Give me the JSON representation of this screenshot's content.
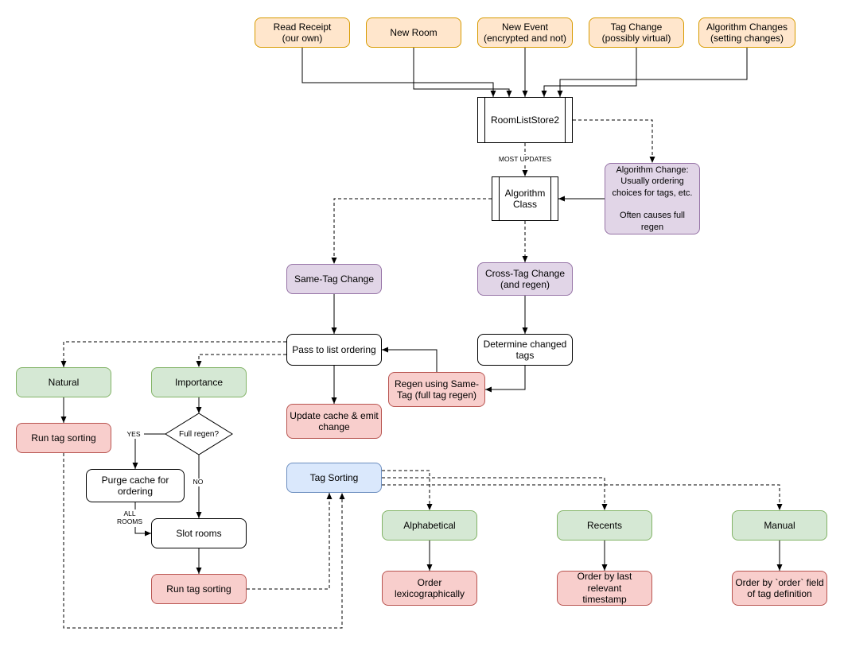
{
  "diagram": {
    "background": "#ffffff",
    "colors": {
      "orange-fill": "#ffe6cc",
      "orange-stroke": "#d79b00",
      "purple-fill": "#e1d5e7",
      "purple-stroke": "#9673a6",
      "green-fill": "#d5e8d4",
      "green-stroke": "#82b366",
      "red-fill": "#f8cecc",
      "red-stroke": "#b85450",
      "blue-fill": "#dae8fc",
      "blue-stroke": "#6c8ebf",
      "line": "#000000"
    },
    "nodes": {
      "read_receipt": {
        "label": "Read Receipt\n(our own)"
      },
      "new_room": {
        "label": "New Room"
      },
      "new_event": {
        "label": "New Event\n(encrypted and not)"
      },
      "tag_change": {
        "label": "Tag Change\n(possibly virtual)"
      },
      "algorithm_changes": {
        "label": "Algorithm Changes\n(setting changes)"
      },
      "room_list_store": {
        "label": "RoomListStore2"
      },
      "algorithm_class": {
        "label": "Algorithm\nClass"
      },
      "algorithm_change_note": {
        "label": "Algorithm Change:\nUsually ordering\nchoices for tags, etc.\n\nOften causes full\nregen"
      },
      "same_tag_change": {
        "label": "Same-Tag Change"
      },
      "cross_tag_change": {
        "label": "Cross-Tag Change\n(and regen)"
      },
      "pass_to_list_ordering": {
        "label": "Pass to list ordering"
      },
      "determine_changed_tags": {
        "label": "Determine changed\ntags"
      },
      "regen_same_tag": {
        "label": "Regen using Same-\nTag (full tag regen)"
      },
      "update_cache": {
        "label": "Update cache & emit\nchange"
      },
      "natural": {
        "label": "Natural"
      },
      "importance": {
        "label": "Importance"
      },
      "run_tag_sorting_left": {
        "label": "Run tag sorting"
      },
      "full_regen_decision": {
        "label": "Full regen?"
      },
      "purge_cache": {
        "label": "Purge cache for\nordering"
      },
      "slot_rooms": {
        "label": "Slot rooms"
      },
      "run_tag_sorting_bottom": {
        "label": "Run tag sorting"
      },
      "tag_sorting": {
        "label": "Tag Sorting"
      },
      "alphabetical": {
        "label": "Alphabetical"
      },
      "recents": {
        "label": "Recents"
      },
      "manual": {
        "label": "Manual"
      },
      "order_lexicographically": {
        "label": "Order\nlexicographically"
      },
      "order_by_timestamp": {
        "label": "Order by last relevant\ntimestamp"
      },
      "order_by_field": {
        "label": "Order by `order` field\nof tag definition"
      }
    },
    "edge_labels": {
      "most_updates": "MOST UPDATES",
      "yes": "YES",
      "no": "NO",
      "all_rooms": "ALL\nROOMS"
    }
  }
}
